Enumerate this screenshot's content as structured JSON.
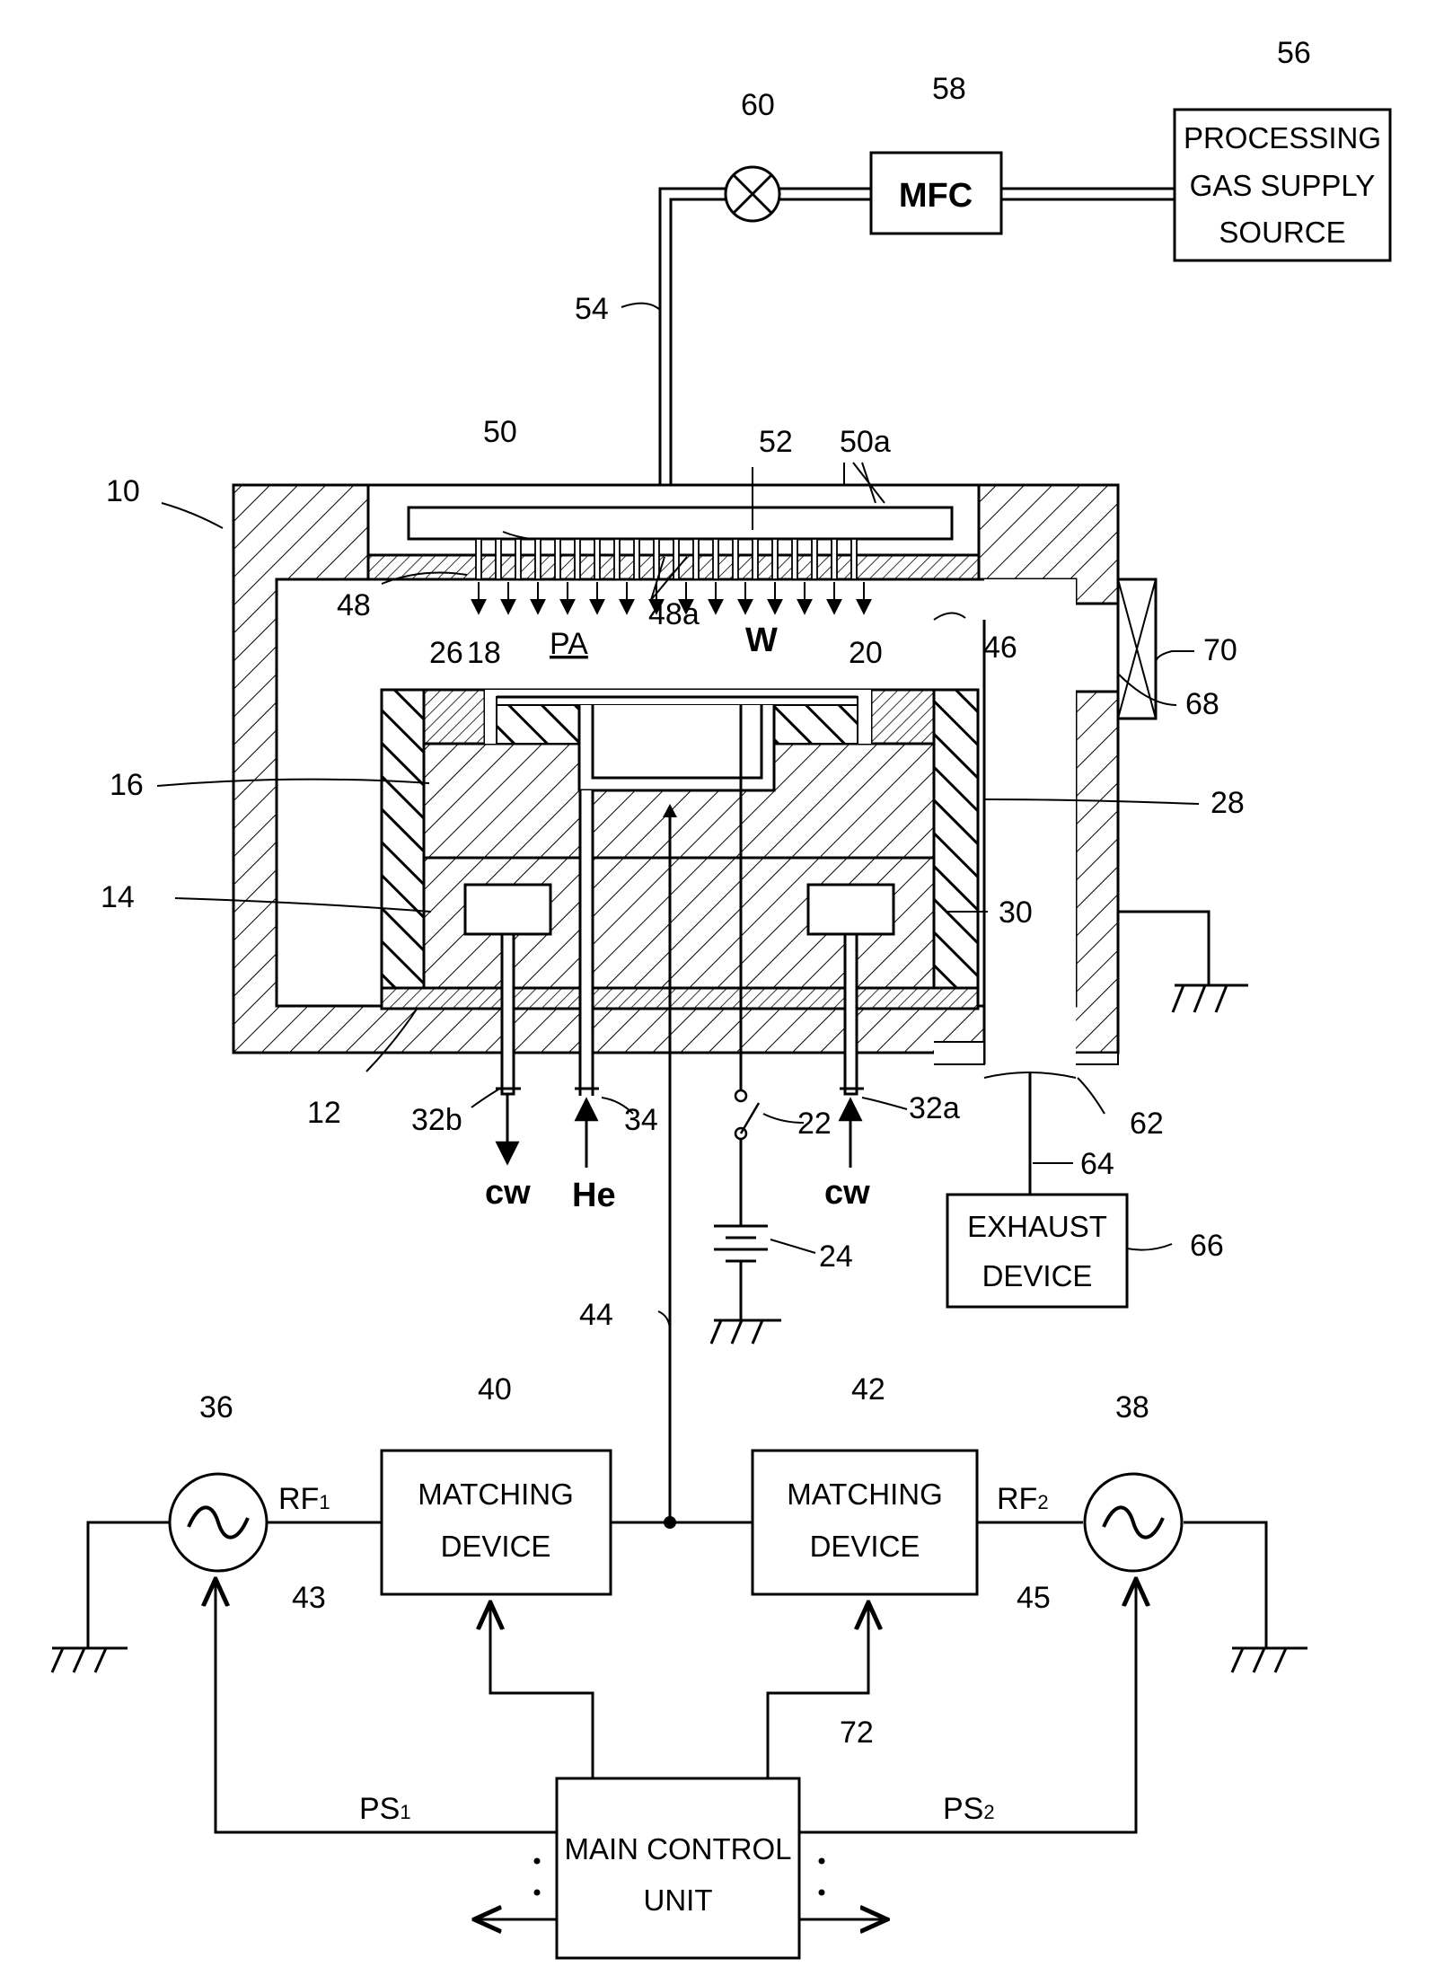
{
  "boxes": {
    "processing_gas_supply_source": [
      "PROCESSING",
      "GAS SUPPLY",
      "SOURCE"
    ],
    "mfc": "MFC",
    "exhaust_device": [
      "EXHAUST",
      "DEVICE"
    ],
    "matching_device_1": [
      "MATCHING",
      "DEVICE"
    ],
    "matching_device_2": [
      "MATCHING",
      "DEVICE"
    ],
    "main_control_unit": [
      "MAIN CONTROL",
      "UNIT"
    ]
  },
  "refs": {
    "r10": "10",
    "r12": "12",
    "r14": "14",
    "r16": "16",
    "r18": "18",
    "r20": "20",
    "r22": "22",
    "r24": "24",
    "r26": "26",
    "r28": "28",
    "r30": "30",
    "r32a": "32a",
    "r32b": "32b",
    "r34": "34",
    "r36": "36",
    "r38": "38",
    "r40": "40",
    "r42": "42",
    "r43": "43",
    "r44": "44",
    "r45": "45",
    "r46": "46",
    "r48": "48",
    "r48a": "48a",
    "r50": "50",
    "r50a": "50a",
    "r52": "52",
    "r54": "54",
    "r56": "56",
    "r58": "58",
    "r60": "60",
    "r62": "62",
    "r64": "64",
    "r66": "66",
    "r68": "68",
    "r70": "70",
    "r72": "72"
  },
  "labels": {
    "pa": "PA",
    "w": "W",
    "cw_out": "cw",
    "cw_in": "cw",
    "he": "He",
    "rf1": "RF",
    "rf1_sub": "1",
    "rf2": "RF",
    "rf2_sub": "2",
    "ps1": "PS",
    "ps1_sub": "1",
    "ps2": "PS",
    "ps2_sub": "2"
  }
}
